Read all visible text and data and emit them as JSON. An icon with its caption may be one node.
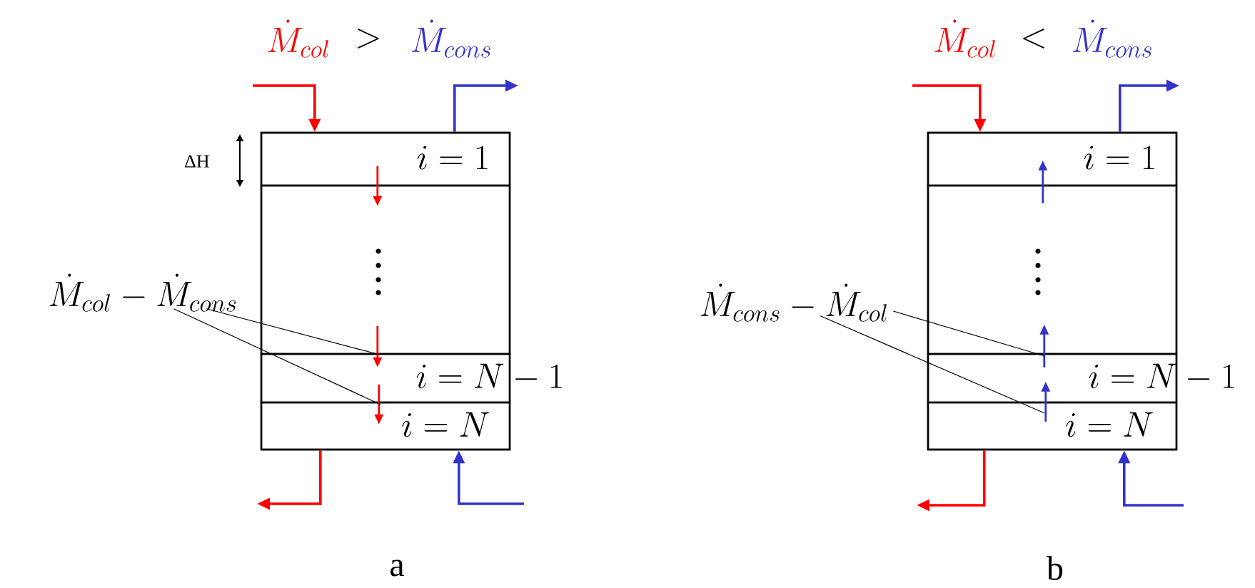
{
  "diagram": {
    "nodes": [
      {
        "text": [],
        "shape": "box"
      },
      {
        "text": [
          "i = 1"
        ],
        "in": 0
      },
      {
        "text": [],
        "shape": "box",
        "in": 0
      },
      {
        "text": [
          "i = N - 1"
        ],
        "in": 0
      },
      {
        "text": [
          "i = N"
        ],
        "in": 0
      },
      {
        "text": [
          "\\dot{M}_{col} - \\dot{M}_{cons}"
        ]
      },
      {
        "text": [],
        "shape": "box"
      },
      {
        "text": [
          "i = 1"
        ],
        "in": 6
      },
      {
        "text": [],
        "shape": "box",
        "in": 6
      },
      {
        "text": [
          "i = N - 1"
        ],
        "in": 6
      },
      {
        "text": [
          "i = N"
        ],
        "in": 6
      },
      {
        "text": [
          "\\dot{M}_{cons} - \\dot{M}_{col}"
        ]
      }
    ],
    "edges": [
      {
        "from": null,
        "to": 0,
        "arrow": "to",
        "color": "#ff0000"
      },
      {
        "from": 0,
        "to": null,
        "arrow": "to",
        "color": "#3333cc"
      },
      {
        "from": 0,
        "to": null,
        "arrow": "to",
        "color": "#ff0000"
      },
      {
        "from": null,
        "to": 0,
        "arrow": "to",
        "color": "#3333cc"
      },
      {
        "from": 1,
        "to": 2,
        "arrow": "to",
        "color": "#ff0000"
      },
      {
        "from": 2,
        "to": 3,
        "arrow": "to",
        "color": "#ff0000"
      },
      {
        "from": 3,
        "to": 4,
        "arrow": "to",
        "color": "#ff0000"
      },
      {
        "from": 5,
        "to": 3,
        "arrow": "none",
        "color": "#000000"
      },
      {
        "from": 5,
        "to": 4,
        "arrow": "none",
        "color": "#000000"
      },
      {
        "from": null,
        "to": 6,
        "arrow": "to",
        "color": "#ff0000"
      },
      {
        "from": 6,
        "to": null,
        "arrow": "to",
        "color": "#3333cc"
      },
      {
        "from": 6,
        "to": null,
        "arrow": "to",
        "color": "#ff0000"
      },
      {
        "from": null,
        "to": 6,
        "arrow": "to",
        "color": "#3333cc"
      },
      {
        "from": 10,
        "to": 9,
        "arrow": "to",
        "color": "#3333cc"
      },
      {
        "from": 9,
        "to": 8,
        "arrow": "to",
        "color": "#3333cc"
      },
      {
        "from": 8,
        "to": 7,
        "arrow": "to",
        "color": "#3333cc"
      },
      {
        "from": 11,
        "to": 9,
        "arrow": "none",
        "color": "#000000"
      },
      {
        "from": 11,
        "to": 10,
        "arrow": "none",
        "color": "#000000"
      }
    ],
    "labels": [
      "\\dot{M}_{col}",
      ">",
      "\\dot{M}_{cons}",
      "\\dot{M}_{col}",
      "<",
      "\\dot{M}_{cons}",
      "ΔH",
      "a",
      "b"
    ]
  }
}
